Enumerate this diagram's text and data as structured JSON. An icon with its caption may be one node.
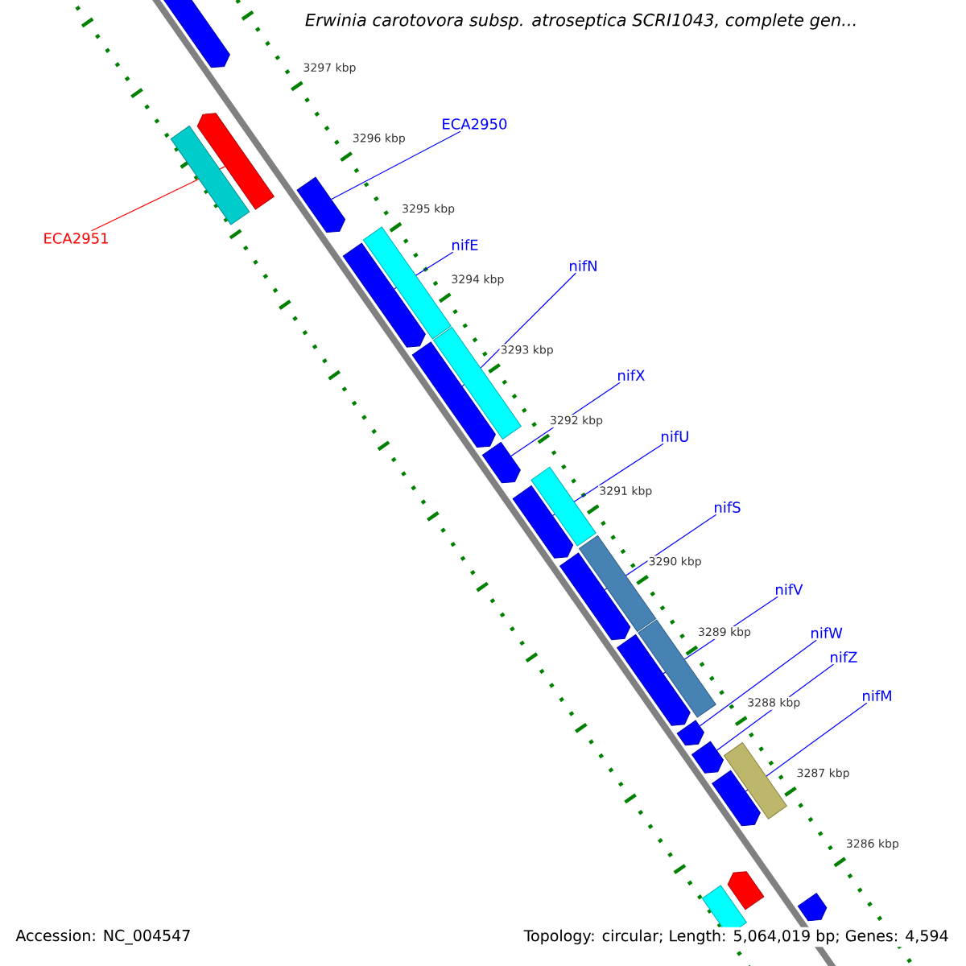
{
  "diagram": {
    "title": "Erwinia carotovora subsp. atroseptica SCRI1043, complete gen...",
    "nodes": [
      {
        "text": [
          "ECA2950"
        ]
      },
      {
        "text": [
          "ECA2951"
        ]
      },
      {
        "text": [
          "nifE"
        ]
      },
      {
        "text": [
          "nifN"
        ]
      },
      {
        "text": [
          "nifX"
        ]
      },
      {
        "text": [
          "nifU"
        ]
      },
      {
        "text": [
          "nifS"
        ]
      },
      {
        "text": [
          "nifV"
        ]
      },
      {
        "text": [
          "nifW"
        ]
      },
      {
        "text": [
          "nifZ"
        ]
      },
      {
        "text": [
          "nifM"
        ]
      },
      {
        "text": [],
        "shape": "pentagon"
      },
      {
        "text": [],
        "shape": "pentagon"
      },
      {
        "text": [],
        "shape": "pentagon"
      },
      {
        "text": [],
        "shape": "pentagon"
      },
      {
        "text": [],
        "shape": "pentagon"
      },
      {
        "text": [],
        "shape": "pentagon"
      },
      {
        "text": [],
        "shape": "pentagon"
      },
      {
        "text": [],
        "shape": "pentagon"
      },
      {
        "text": [],
        "shape": "pentagon"
      },
      {
        "text": [],
        "shape": "pentagon"
      },
      {
        "text": [],
        "shape": "pentagon"
      },
      {
        "text": [],
        "shape": "pentagon"
      },
      {
        "text": [],
        "shape": "pentagon"
      },
      {
        "text": [],
        "shape": "pentagon"
      }
    ],
    "edges": [
      {
        "from": 0,
        "to": 13,
        "arrow": "none"
      },
      {
        "from": 1,
        "to": 12,
        "arrow": "none",
        "color": "#ff0000"
      },
      {
        "from": 2,
        "to": 14,
        "arrow": "none"
      },
      {
        "from": 3,
        "to": 15,
        "arrow": "none"
      },
      {
        "from": 4,
        "to": 16,
        "arrow": "none"
      },
      {
        "from": 5,
        "to": 17,
        "arrow": "none"
      },
      {
        "from": 6,
        "to": 18,
        "arrow": "none"
      },
      {
        "from": 7,
        "to": 19,
        "arrow": "none"
      },
      {
        "from": 8,
        "to": 20,
        "arrow": "none"
      },
      {
        "from": 9,
        "to": 21,
        "arrow": "none"
      },
      {
        "from": 10,
        "to": 22,
        "arrow": "none"
      }
    ],
    "labels": [
      "3297 kbp",
      "3296 kbp",
      "3295 kbp",
      "3294 kbp",
      "3293 kbp",
      "3292 kbp",
      "3291 kbp",
      "3290 kbp",
      "3289 kbp",
      "3288 kbp",
      "3287 kbp",
      "3286 kbp",
      "Accession: NC_004547",
      "Topology: circular; Length: 5,064,019 bp; Genes: 4,594"
    ]
  }
}
